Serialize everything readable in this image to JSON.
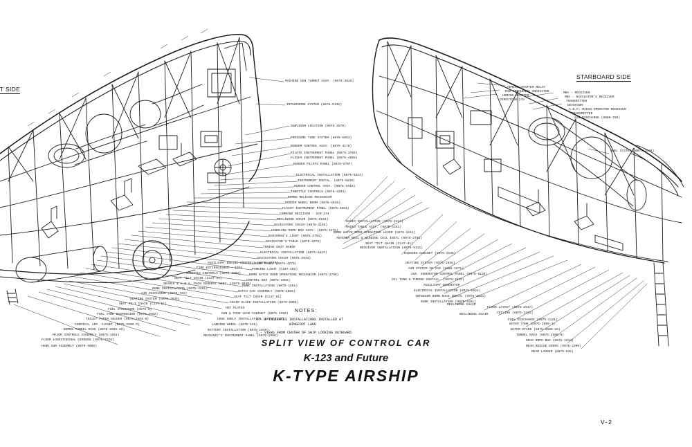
{
  "side_labels": {
    "port_fragment": "T SIDE",
    "starboard": "STARBOARD SIDE"
  },
  "notes": {
    "heading": "NOTES:",
    "note1": "1.- ⊕ INDICATES INSTALLATIONS INSTALLED AT",
    "note1b": "WINGFOOT LAKE",
    "note2": "2.- VIEWS FROM CENTER OF SHIP LOOKING OUTBOARD"
  },
  "title": {
    "line1": "SPLIT VIEW OF CONTROL CAR",
    "line2": "K-123 and Future",
    "line3": "K-TYPE  AIRSHIP"
  },
  "page_number": "V-2",
  "callouts_left": [
    "MACHINE GUN TURRET ASSY. (6075-3525)",
    "INTERPHONE SYSTEM (6075-5132)",
    "SUNVISOR LOCATION (6075-2870)",
    "PRESSURE TUBE SYSTEM (6075-5663)",
    "RUDDER CONTROL ASSY. (6075-4176)",
    "PILOTS INSTRUMENT PANEL (6075-3702)",
    "FLIGHT INSTRUMENT PANEL (6075-4858)",
    "RUDDER PILOTS PANEL (6075-2797)",
    "ELECTRICAL INSTALLATION (6075-5524)",
    "INSTRUMENT INSTAL. (6075-5530)",
    "RUDDER CONTROL ASSY. (6075-1010)",
    "THROTTLE CONTROLS (6075-4204)",
    "BOMBS RELEASE MECHANISM",
    "RUDDER WHEEL BOOM (6075-4616)",
    "FLIGHT INSTRUMENT PANEL (6075-3561)",
    "COMMAND RECEIVER - SCR-274",
    "RECLINING CHAIR (6075-2934)",
    "NAVIGATORS CHAIR (6075-3165)",
    "HANDLING ROPE BOX ASSY. (6075-1175)",
    "RADIOMAN'S LIGHT (6075-2701)",
    "NAVIGATOR'S TABLE (6075-4276)",
    "TUNING UNIT RANGE",
    "ELECTRICAL INSTALLATION (6075-5524)",
    "NAVIGATORS CHAIR (6075-2934)",
    "BUNK PANEL (6075-4276)",
    "PARKING LIGHT (C197-102)",
    "BOMB HATCH DOOR OPERATING MECHANISM (6075-2786)",
    "CONTROL BOX (6075-2955)",
    "BUNK INSTALLATION (6075-4281)",
    "HATCH CAN ASSEMBLY (6075-2806)",
    "SEAT TILT CHAIR (C147-91)",
    "CHAIR SLIDE INSTALLATION (6075-2906)",
    "HOT PLATES",
    "GUN & FOOD LEAK CABINET (6075-4159)",
    "HOSE SHELF INSTALLATION (6075-1135)",
    "LANDING WHEEL (6075-146)",
    "BATTERY INSTALLATION (6075-1040)",
    "MECHANIC'S INSTRUMENT PANEL (6075-2996)",
    "AUXILIARY ENGINE CONTROLS (6075-2748)",
    "FIRE EXTINGUISHER - 1052",
    "THROTTLE CONTROLS (6075-4204)",
    "SEAT TILT CHAIR (C147-91)",
    "SEARCH & A.B.A. PACK GENERAL ASSY. (6075-3830)",
    "BUNK INSTALLATION (6075-4281)",
    "AIR DISCHARGE (6075-745)",
    "HEATING SYSTEM (6075-2635)",
    "SEAT TILT CHAIR (C147-91)",
    "FUEL STRUCTURE (6075-8)",
    "FUEL TANK SUSPENSION (6075-2602)",
    "TOILET PAPER HOLDER (6075-2504-9)",
    "CHEMICAL APP. CLOSET (6075-2506-2)",
    "BOMBS TUNNEL RACK (6075-2596-10)",
    "MAJOR CONTROLS ASSEMBLY (6075-1551)",
    "FLOOR LONGITUDINAL GIRDERS (6075-3225)",
    "HAND GUN ASSEMBLY (6075-4006)"
  ],
  "callouts_right": [
    "HOMING ADAPTER RELAY",
    "MID FREQUENCY INDICATOR",
    "HOMING ADAPTER",
    "DIRECTION-279",
    "MRA - RECEIVER",
    "MRA - NAVIGATOR'S RECEIVER",
    "TRANSMITTER",
    "DETERIOR",
    "A.B.P. RADIO OPERATOR RECEIVER",
    "TRANSMITTER",
    "AIR DISCHARGE (6080-796)",
    "FUEL SYSTEM (6075-2646)",
    "RADIO INSTALLATION (6075-5118)",
    "RADIO TABLE ASSY. (6075-4251)",
    "BOMB HATCH DOOR OPERATING LEVER (6075-4111)",
    "ANTENNA REEL & WINDING COIL INSTL (6075-2701)",
    "SEAT TILT CHAIR (C147-91)",
    "RECEIVER INSTALLATION (6075-5111)",
    "RIGGERS CABINET (6075-4235)",
    "HEATING SYSTEM (6075-2635)",
    "AIR SYSTEM IN CAR (6080-1871)",
    "AUX. GENERATOR CONTROL PANEL (6075-5135)",
    "OIL TANK & TUBING INSTALL. (6075-4512)",
    "AUXILIARY GENERATOR",
    "ELECTRICAL INSTALLATION (6075-5524)",
    "INTERIOR BOMB RACK INSTAL (6075-2511)",
    "BUNK INSTALLATION (6075-4281)",
    "RECLINING CHAIR",
    "FLOOR LAYOUT (6075-2517)",
    "CEILING (6075-1163)",
    "RECLINING CHAIR",
    "FUEL DISCHARGE (6075-2131)",
    "WATER TANK (6075-2506-1)",
    "WATER STAND (6075-2506-10)",
    "TUNNEL RACK (6075-2506-9)",
    "DRAG ROPE BOX (6075-1513)",
    "REAR RESCUE DOORS (6075-2300)",
    "REAR LADDER (6075-536)"
  ]
}
